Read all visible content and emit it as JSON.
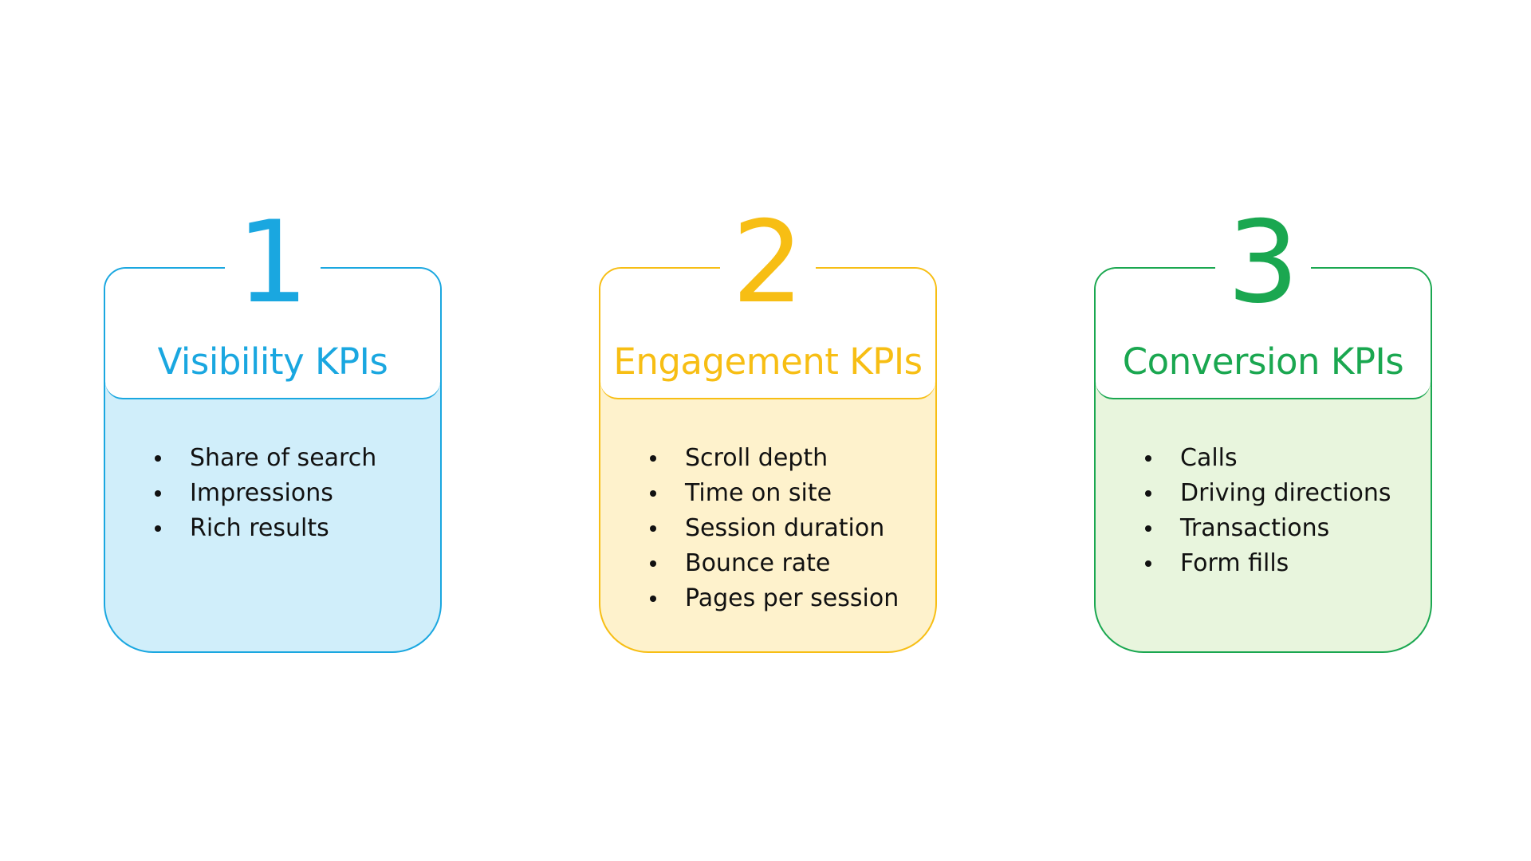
{
  "cards": [
    {
      "number": "1",
      "title": "Visibility KPIs",
      "accent_color": "#1aa7e0",
      "fill_color": "#d0eefa",
      "items": [
        "Share of search",
        "Impressions",
        "Rich results"
      ]
    },
    {
      "number": "2",
      "title": "Engagement KPIs",
      "accent_color": "#f7be14",
      "fill_color": "#fef2cc",
      "items": [
        "Scroll depth",
        "Time on site",
        "Session duration",
        "Bounce rate",
        "Pages per session"
      ]
    },
    {
      "number": "3",
      "title": "Conversion KPIs",
      "accent_color": "#1aa750",
      "fill_color": "#e8f5dd",
      "items": [
        "Calls",
        "Driving directions",
        "Transactions",
        "Form fills"
      ]
    }
  ]
}
